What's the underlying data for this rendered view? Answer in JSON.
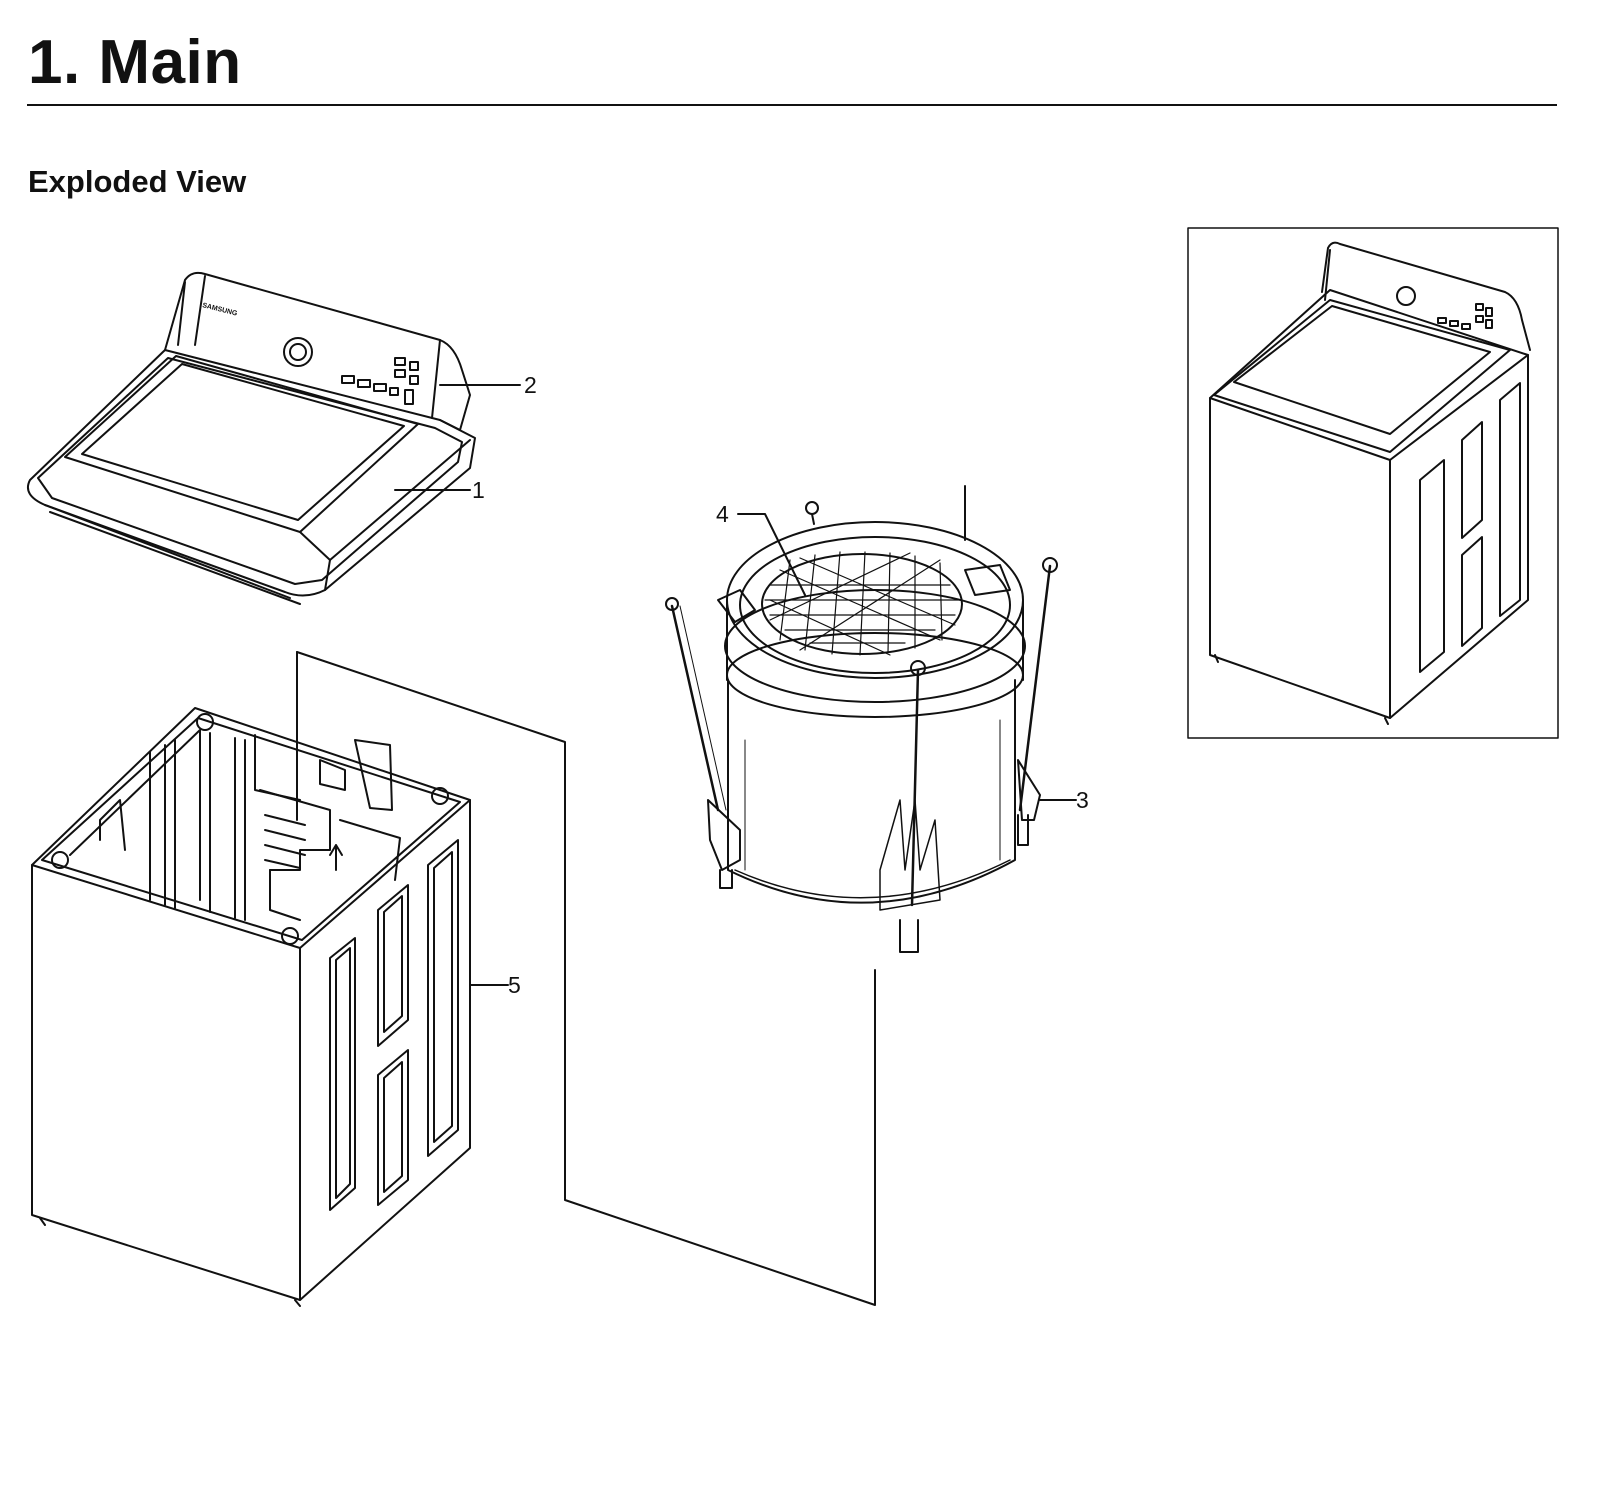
{
  "page": {
    "title": "1.  Main",
    "section": "Exploded View"
  },
  "callouts": {
    "top_cover": "1",
    "control_panel": "2",
    "tub_assembly": "3",
    "pulsator": "4",
    "cabinet": "5"
  },
  "panel": {
    "brand_text": "SAMSUNG"
  },
  "colors": {
    "line": "#111111",
    "background": "#ffffff"
  }
}
